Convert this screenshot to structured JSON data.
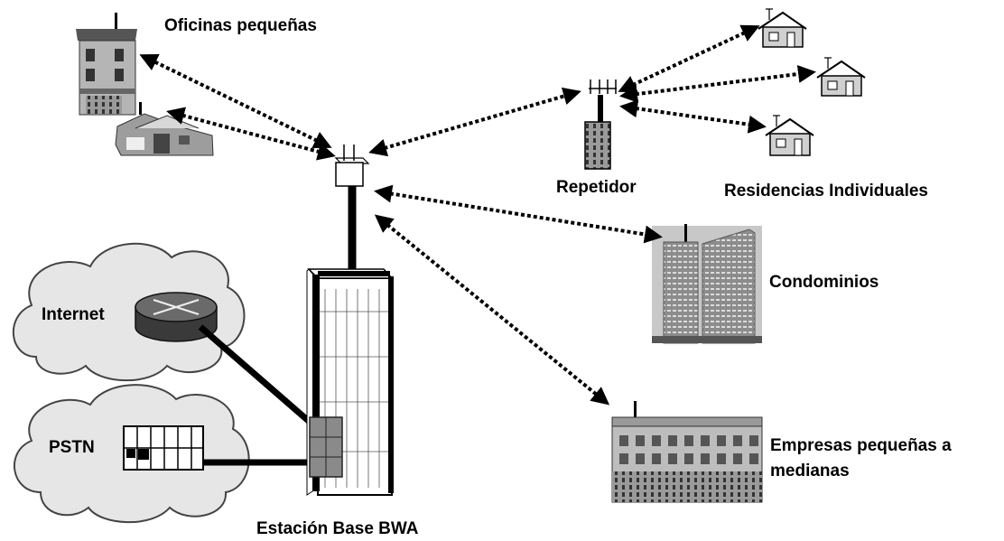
{
  "labels": {
    "small_offices": "Oficinas pequeñas",
    "repeater": "Repetidor",
    "individual_residences": "Residencias Individuales",
    "condominiums": "Condominios",
    "internet": "Internet",
    "pstn": "PSTN",
    "sme_line1": "Empresas pequeñas a",
    "sme_line2": "medianas",
    "base_station": "Estación Base BWA"
  },
  "colors": {
    "link": "#000000",
    "cloud_fill": "#e6e6e6",
    "building_fill": "#9a9a9a",
    "building_light": "#c8c8c8",
    "building_dark": "#4a4a4a"
  }
}
